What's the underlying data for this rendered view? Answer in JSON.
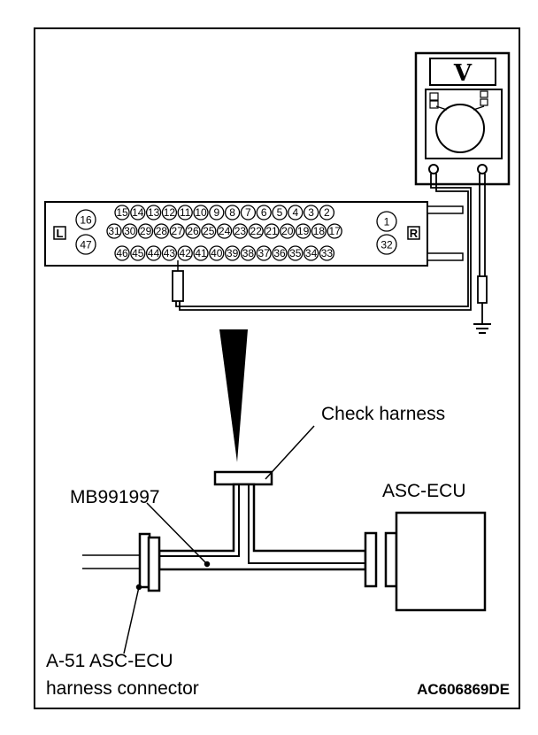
{
  "labels": {
    "check_harness": "Check harness",
    "tool_number": "MB991997",
    "ecu_name": "ASC-ECU",
    "connector_line1": "A-51 ASC-ECU",
    "connector_line2": "harness connector",
    "figure_code": "AC606869DE"
  },
  "voltmeter": {
    "symbol": "V",
    "icon": "voltmeter-icon"
  },
  "ground": {
    "icon": "ground-icon"
  },
  "check_box": {
    "side_left": "L",
    "side_right": "R",
    "row1_pins": [
      "15",
      "14",
      "13",
      "12",
      "11",
      "10",
      "9",
      "8",
      "7",
      "6",
      "5",
      "4",
      "3",
      "2"
    ],
    "row2_pins": [
      "31",
      "30",
      "29",
      "28",
      "27",
      "26",
      "25",
      "24",
      "23",
      "22",
      "21",
      "20",
      "19",
      "18",
      "17"
    ],
    "row3_pins": [
      "46",
      "45",
      "44",
      "43",
      "42",
      "41",
      "40",
      "39",
      "38",
      "37",
      "36",
      "35",
      "34",
      "33"
    ],
    "left_pins": [
      "16",
      "47"
    ],
    "right_pins": [
      "1",
      "32"
    ],
    "probed_pin": "43"
  }
}
